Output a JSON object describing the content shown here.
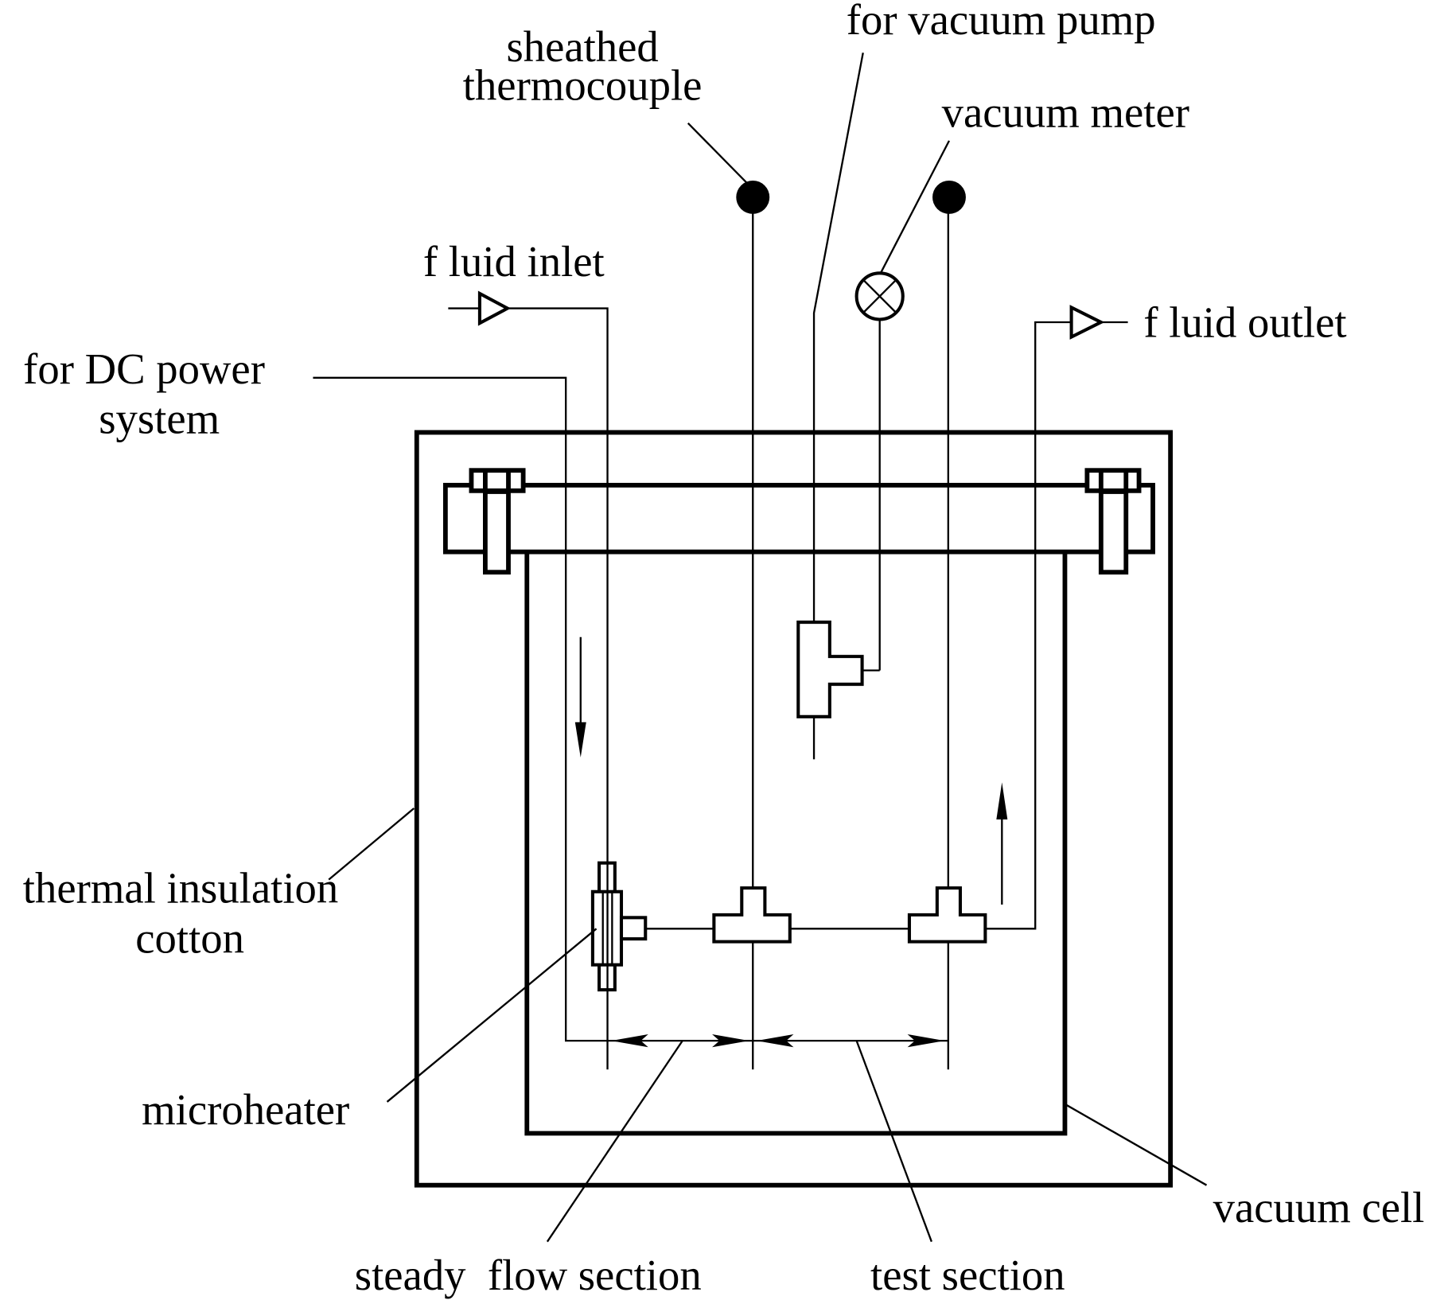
{
  "figure": {
    "type": "schematic",
    "subject": "vacuum cell experimental apparatus for micro-tube flow test",
    "colors": {
      "line": "#000000",
      "background": "#ffffff"
    }
  },
  "labels": {
    "sheathed_thermocouple_line1": "sheathed",
    "sheathed_thermocouple_line2": "thermocouple",
    "for_vacuum_pump": "for vacuum pump",
    "vacuum_meter": "vacuum meter",
    "fluid_inlet": "f luid inlet",
    "fluid_outlet": "f luid outlet",
    "dc_power_line1": "for DC power",
    "dc_power_line2": "system",
    "thermal_insulation_line1": "thermal insulation",
    "thermal_insulation_line2": "cotton",
    "microheater": "microheater",
    "vacuum_cell": "vacuum cell",
    "steady_flow_section": "steady  flow section",
    "test_section": "test section"
  },
  "components": [
    {
      "id": "thermal-insulation-box",
      "name": "thermal insulation cotton"
    },
    {
      "id": "vacuum-cell",
      "name": "vacuum cell"
    },
    {
      "id": "flange",
      "name": "lid flange with two bolts"
    },
    {
      "id": "microheater",
      "name": "microheater"
    },
    {
      "id": "thermocouple-1",
      "name": "sheathed thermocouple (upstream)"
    },
    {
      "id": "thermocouple-2",
      "name": "sheathed thermocouple (downstream)"
    },
    {
      "id": "vacuum-tee",
      "name": "vacuum port tee"
    },
    {
      "id": "vacuum-meter",
      "name": "vacuum meter"
    }
  ],
  "flow_direction": {
    "inlet": "down",
    "outlet": "up"
  }
}
